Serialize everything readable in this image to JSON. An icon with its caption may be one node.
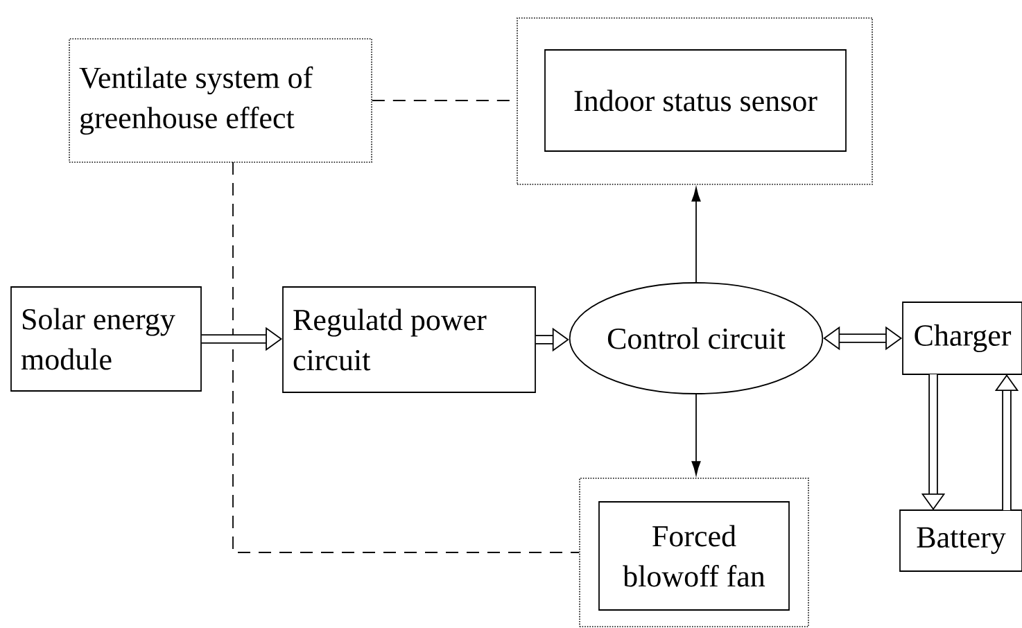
{
  "diagram": {
    "nodes": [
      {
        "text": [
          "Ventilate system of greenhouse effect"
        ]
      },
      {
        "text": [],
        "shape": "box"
      },
      {
        "text": [
          "Indoor status sensor"
        ],
        "in": 1
      },
      {
        "text": [
          "Solar energy module"
        ]
      },
      {
        "text": [
          "Regulatd power circuit"
        ]
      },
      {
        "text": [
          "Control circuit"
        ]
      },
      {
        "text": [
          "Charger"
        ]
      },
      {
        "text": [],
        "shape": "box"
      },
      {
        "text": [
          "Forced blowoff fan"
        ],
        "in": 7
      },
      {
        "text": [
          "Battery"
        ]
      }
    ],
    "edges": [
      {
        "from": 0,
        "to": 1,
        "arrow": "none",
        "style": "dashed"
      },
      {
        "from": 0,
        "to": 7,
        "arrow": "none",
        "style": "dashed"
      },
      {
        "from": 3,
        "to": 4,
        "arrow": "to"
      },
      {
        "from": 4,
        "to": 5,
        "arrow": "to"
      },
      {
        "from": 5,
        "to": 1,
        "arrow": "to"
      },
      {
        "from": 5,
        "to": 7,
        "arrow": "to"
      },
      {
        "from": 5,
        "to": 6,
        "arrow": "both"
      },
      {
        "from": 6,
        "to": 9,
        "arrow": "to"
      },
      {
        "from": 9,
        "to": 6,
        "arrow": "to"
      }
    ]
  }
}
